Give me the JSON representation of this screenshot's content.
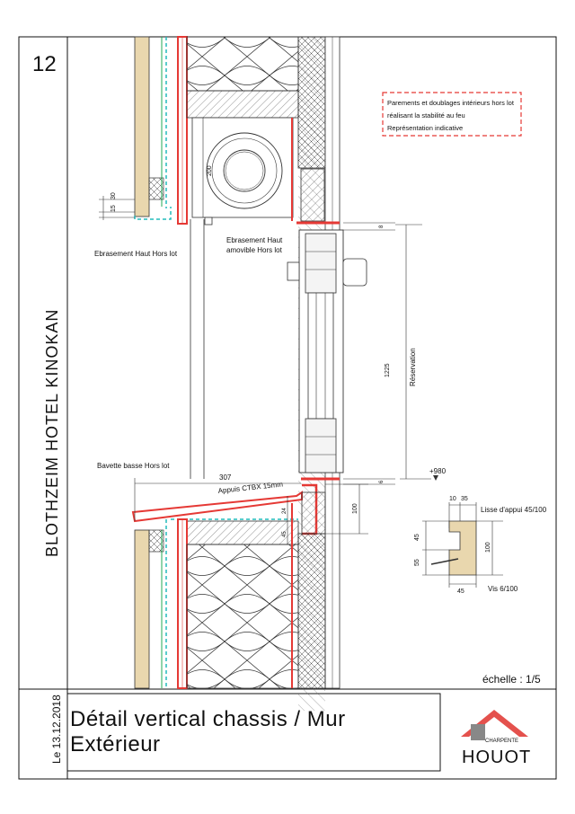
{
  "sheet": {
    "number": "12",
    "project": "BLOTHZEIM HOTEL KINOKAN",
    "date": "Le 13.12.2018",
    "title": "Détail vertical chassis / Mur Extérieur",
    "scale": "échelle : 1/5"
  },
  "logo": {
    "brand": "HOUOT",
    "subtitle": "CHARPENTE",
    "color": "#e4514d"
  },
  "notes": {
    "line1": "Parements et doublages intérieurs hors lot",
    "line2": "réalisant la stabilité au feu",
    "line3": "Représentation indicative"
  },
  "labels": {
    "ebrasement_haut": "Ebrasement Haut Hors lot",
    "ebrasement_amov_1": "Ebrasement Haut",
    "ebrasement_amov_2": "amovible Hors lot",
    "bavette": "Bavette basse Hors lot",
    "appuis": "Appuis CTBX 15mm",
    "reservation": "Réservation",
    "lisse": "Lisse d'appui 45/100",
    "vis": "Vis 6/100",
    "level": "+980"
  },
  "dims": {
    "d15": "15",
    "d30": "30",
    "d200": "200",
    "d8": "8",
    "d1225": "1225",
    "d6": "6",
    "d307": "307",
    "d24": "24",
    "d45a": "45",
    "d100a": "100",
    "d10": "10",
    "d35": "35",
    "d45b": "45",
    "d55": "55",
    "d100b": "100",
    "d45c": "45"
  },
  "colors": {
    "fire": "#e53935",
    "stud": "#e9d7ae",
    "membrane": "#22bbbb",
    "line": "#111111"
  }
}
